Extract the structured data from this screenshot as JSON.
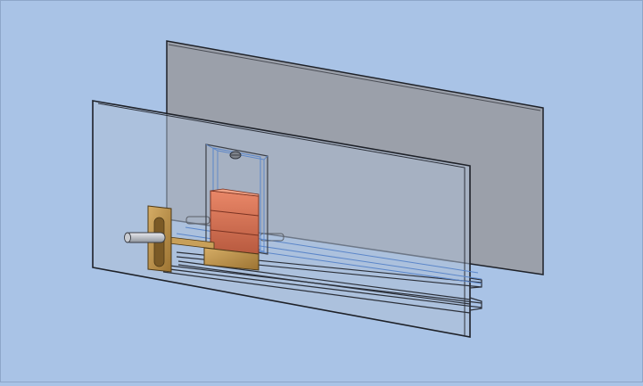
{
  "view": {
    "background_color": "#a9c3e6",
    "components": [
      {
        "name": "back-plate",
        "color": "#9a9ea7"
      },
      {
        "name": "front-plate",
        "color": "#aebfd6"
      },
      {
        "name": "guide-rails",
        "color": "#2b2f38"
      },
      {
        "name": "sliding-rod",
        "color": "#5b86c9"
      },
      {
        "name": "vertical-frame",
        "color": "#5b86c9"
      },
      {
        "name": "stack-blocks",
        "color": "#c9694e",
        "count": 3
      },
      {
        "name": "slider-base",
        "color": "#b58a44"
      },
      {
        "name": "slotted-bracket",
        "color": "#c29a55"
      },
      {
        "name": "handle-pin",
        "color": "#b8bcc4"
      }
    ]
  }
}
